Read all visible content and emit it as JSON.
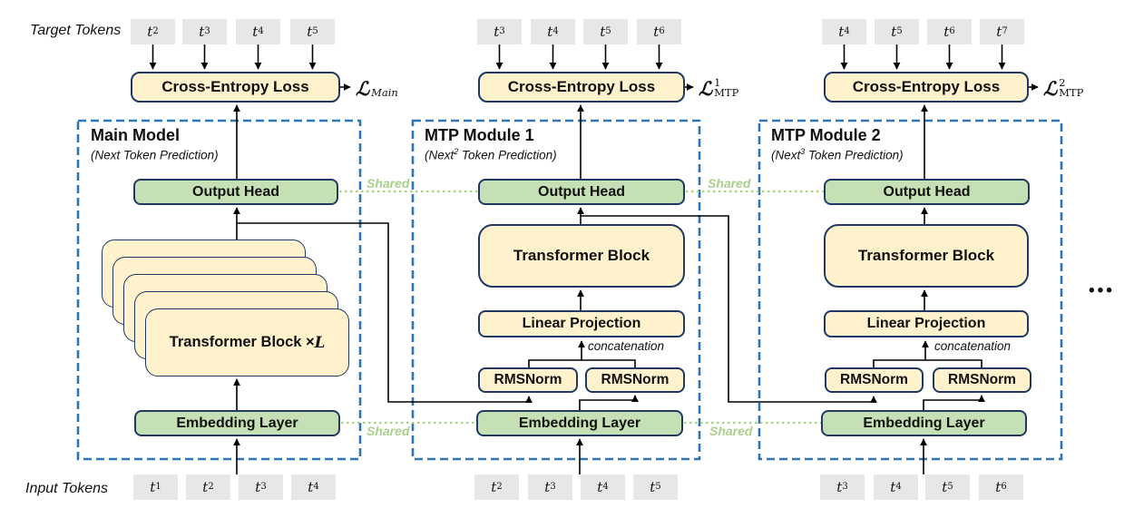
{
  "colors": {
    "box_fill_yellow": "#FFF2CC",
    "box_fill_green": "#C5E0B4",
    "box_border_navy": "#1F3864",
    "frame_dashed_blue": "#2E75B6",
    "shared_green": "#A9D18E",
    "token_fill_gray": "#E8E7E7",
    "line_black": "#000000"
  },
  "labels": {
    "target_tokens": "Target Tokens",
    "input_tokens": "Input Tokens",
    "shared": "Shared",
    "concatenation": "concatenation",
    "ellipsis": "•••"
  },
  "modules": [
    {
      "title": "Main Model",
      "subtitle": {
        "prefix": "(Next",
        "sup": "",
        "suffix": " Token Prediction)"
      },
      "boxes": {
        "cross_entropy": "Cross-Entropy Loss",
        "output_head": "Output Head",
        "embedding": "Embedding Layer",
        "transformer_prefix": "Transformer Block × ",
        "transformer_var": "L"
      },
      "loss": {
        "script": "ℒ",
        "sup": "",
        "sub": "Main"
      },
      "target_tokens": [
        {
          "base": "t",
          "sub": "2"
        },
        {
          "base": "t",
          "sub": "3"
        },
        {
          "base": "t",
          "sub": "4"
        },
        {
          "base": "t",
          "sub": "5"
        }
      ],
      "input_tokens": [
        {
          "base": "t",
          "sub": "1"
        },
        {
          "base": "t",
          "sub": "2"
        },
        {
          "base": "t",
          "sub": "3"
        },
        {
          "base": "t",
          "sub": "4"
        }
      ]
    },
    {
      "title": "MTP Module 1",
      "subtitle": {
        "prefix": "(Next",
        "sup": "2",
        "suffix": " Token Prediction)"
      },
      "boxes": {
        "cross_entropy": "Cross-Entropy Loss",
        "output_head": "Output Head",
        "transformer": "Transformer Block",
        "linear": "Linear Projection",
        "rmsnorm_left": "RMSNorm",
        "rmsnorm_right": "RMSNorm",
        "embedding": "Embedding Layer"
      },
      "loss": {
        "script": "ℒ",
        "sup": "1",
        "sub": "MTP"
      },
      "target_tokens": [
        {
          "base": "t",
          "sub": "3"
        },
        {
          "base": "t",
          "sub": "4"
        },
        {
          "base": "t",
          "sub": "5"
        },
        {
          "base": "t",
          "sub": "6"
        }
      ],
      "input_tokens": [
        {
          "base": "t",
          "sub": "2"
        },
        {
          "base": "t",
          "sub": "3"
        },
        {
          "base": "t",
          "sub": "4"
        },
        {
          "base": "t",
          "sub": "5"
        }
      ]
    },
    {
      "title": "MTP Module 2",
      "subtitle": {
        "prefix": "(Next",
        "sup": "3",
        "suffix": " Token Prediction)"
      },
      "boxes": {
        "cross_entropy": "Cross-Entropy Loss",
        "output_head": "Output Head",
        "transformer": "Transformer Block",
        "linear": "Linear Projection",
        "rmsnorm_left": "RMSNorm",
        "rmsnorm_right": "RMSNorm",
        "embedding": "Embedding Layer"
      },
      "loss": {
        "script": "ℒ",
        "sup": "2",
        "sub": "MTP"
      },
      "target_tokens": [
        {
          "base": "t",
          "sub": "4"
        },
        {
          "base": "t",
          "sub": "5"
        },
        {
          "base": "t",
          "sub": "6"
        },
        {
          "base": "t",
          "sub": "7"
        }
      ],
      "input_tokens": [
        {
          "base": "t",
          "sub": "3"
        },
        {
          "base": "t",
          "sub": "4"
        },
        {
          "base": "t",
          "sub": "5"
        },
        {
          "base": "t",
          "sub": "6"
        }
      ]
    }
  ]
}
